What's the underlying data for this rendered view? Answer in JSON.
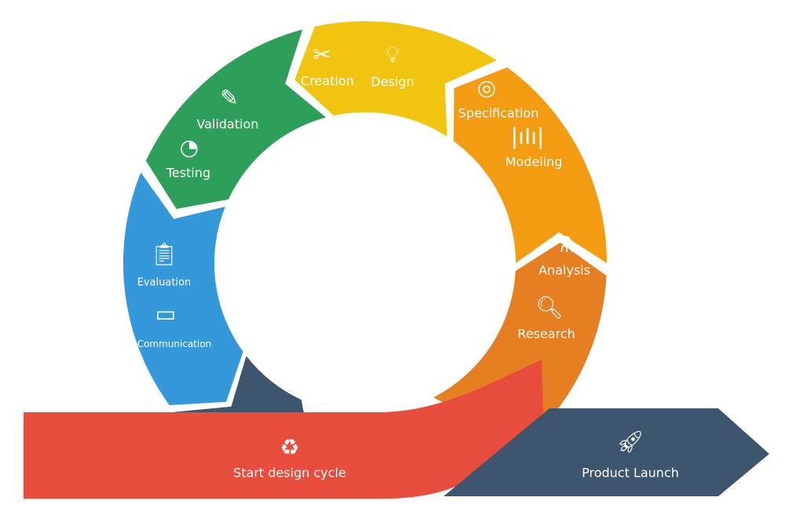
{
  "colors": {
    "red": "#E74C3C",
    "navy": "#3E556E",
    "blue": "#3498DB",
    "green": "#2E9E5B",
    "yellow": "#F1C40F",
    "orange": "#F39C12",
    "dark_orange": "#E67E22"
  },
  "stages": {
    "start": {
      "label": "Start design cycle",
      "icon": "recycle-icon"
    },
    "research": {
      "label": "Research",
      "icon": "document-search-icon"
    },
    "analysis": {
      "label": "Analysis",
      "icon": "flask-icon"
    },
    "modeling": {
      "label": "Modeling",
      "icon": "sound-wave-icon"
    },
    "specification": {
      "label": "Specification",
      "icon": "target-icon"
    },
    "design": {
      "label": "Design",
      "icon": "lightbulb-icon"
    },
    "creation": {
      "label": "Creation",
      "icon": "tools-icon"
    },
    "validation": {
      "label": "Validation",
      "icon": "pencil-ruler-icon"
    },
    "testing": {
      "label": "Testing",
      "icon": "gauge-icon"
    },
    "evaluation": {
      "label": "Evaluation",
      "icon": "clipboard-checklist-icon"
    },
    "communication": {
      "label": "Communication",
      "icon": "presentation-board-icon"
    },
    "launch": {
      "label": "Product Launch",
      "icon": "rocket-icon"
    }
  }
}
